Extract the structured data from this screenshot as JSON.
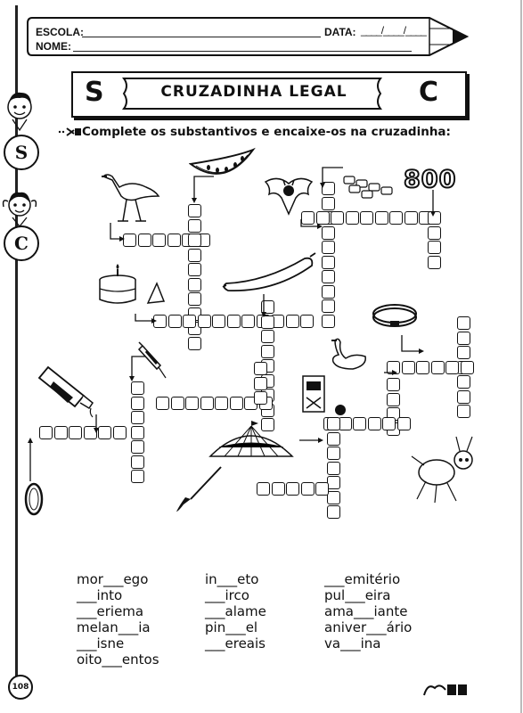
{
  "header": {
    "escola_label": "ESCOLA:",
    "data_label": "DATA:",
    "data_slots": "____/____/____",
    "nome_label": "NOME:"
  },
  "title": {
    "left_letter": "S",
    "text": "CRUZADINHA LEGAL",
    "right_letter": "C"
  },
  "side_letters": {
    "top": "S",
    "bottom": "C"
  },
  "instruction": "Complete os substantivos e encaixe-os na cruzadinha:",
  "picture_number": "800",
  "words": {
    "col1": [
      "mor___ego",
      "___into",
      "___eriema",
      "melan___ia",
      "___isne",
      "oito___entos"
    ],
    "col2": [
      "in___eto",
      "___irco",
      "___alame",
      "pin___el",
      "___ereais"
    ],
    "col3": [
      "___emitério",
      "pul___eira",
      "ama___iante",
      "aniver___ário",
      "va___ina"
    ]
  },
  "page_number": "108"
}
